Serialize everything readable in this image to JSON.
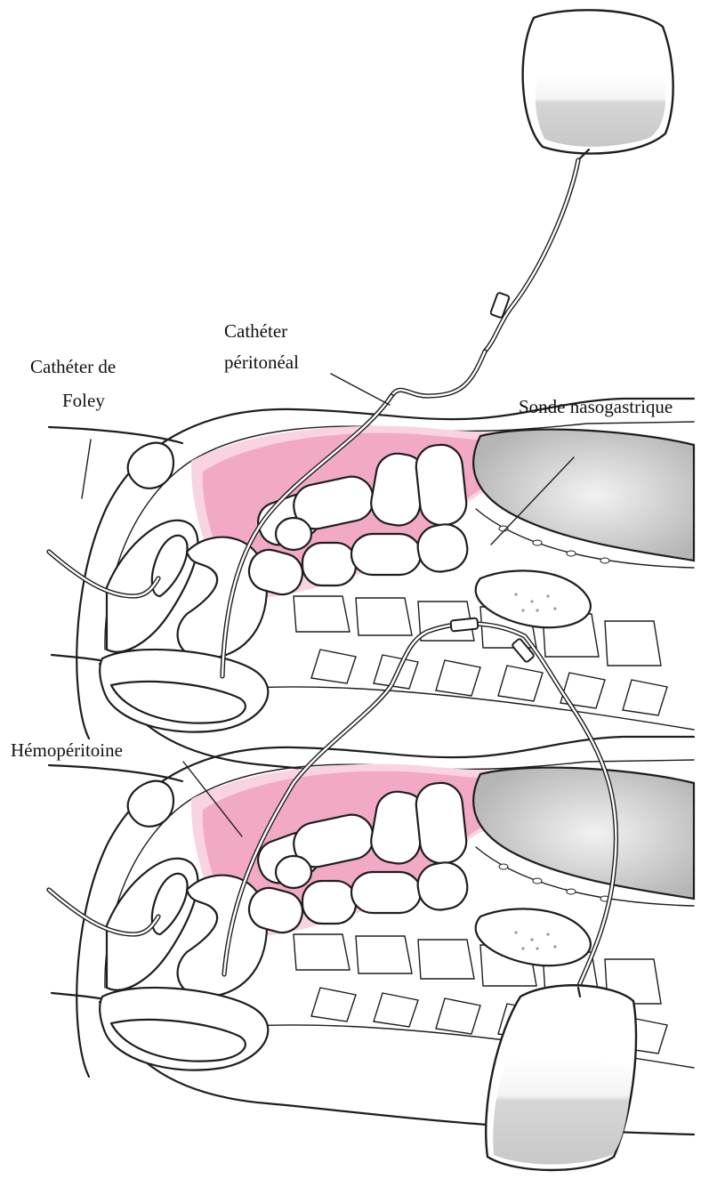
{
  "labels": {
    "foley_line1": "Cathéter de",
    "foley_line2": "Foley",
    "peritoneal_line1": "Cathéter",
    "peritoneal_line2": "péritonéal",
    "nasogastric": "Sonde nasogastrique",
    "hemoperitoneum": "Hémopéritoine"
  },
  "colors": {
    "peritoneal_fluid": "#f2a9c5",
    "outline": "#1e1e1e",
    "bag_fill": "#d9d9d9"
  },
  "panels": [
    {
      "name": "infusion-step",
      "bag_position": "above",
      "flow": "into-abdomen"
    },
    {
      "name": "drainage-step",
      "bag_position": "below",
      "flow": "out-of-abdomen"
    }
  ]
}
